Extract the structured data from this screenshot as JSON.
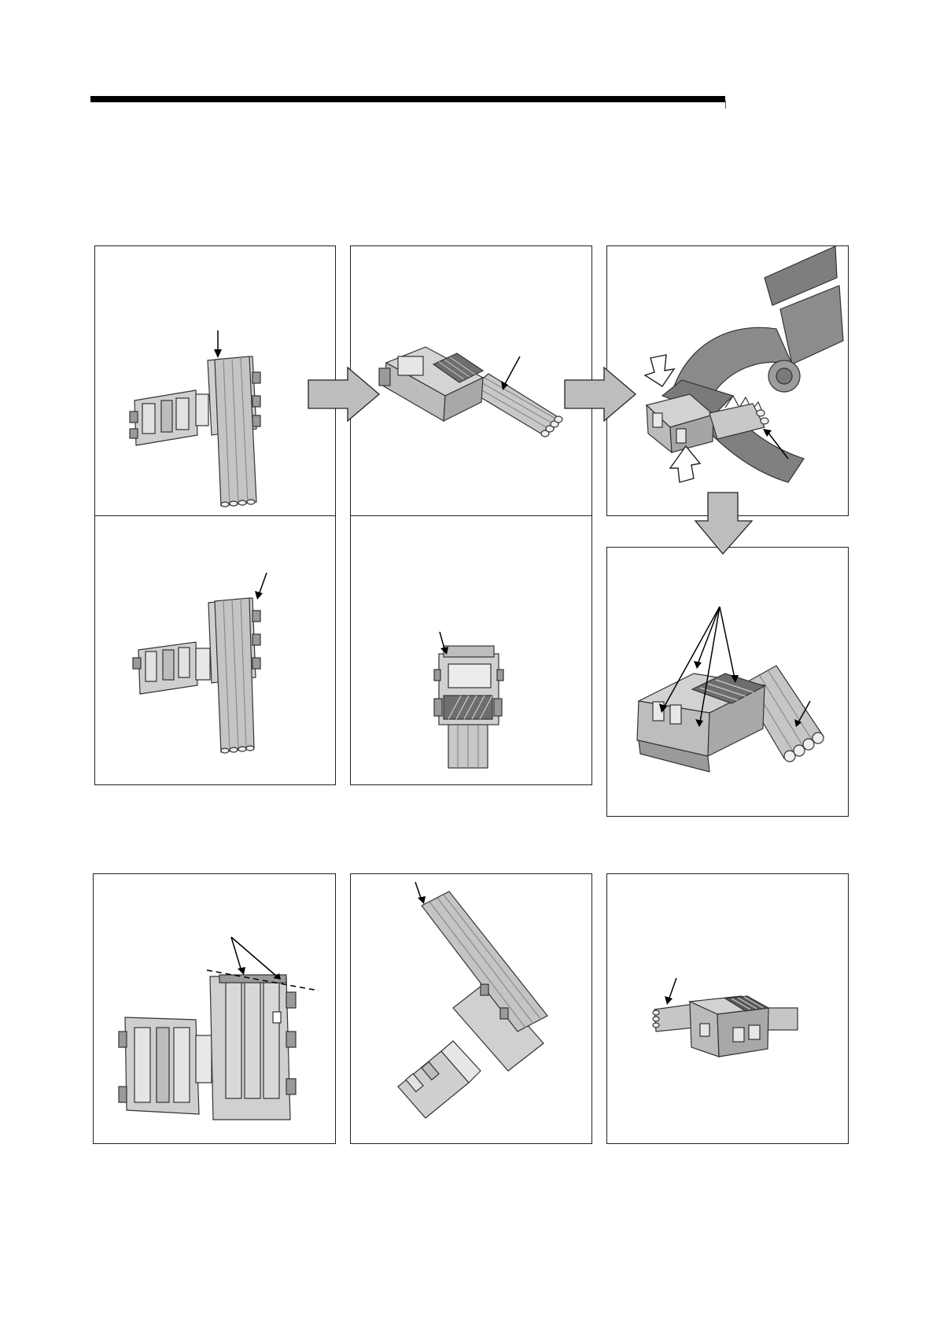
{
  "page": {
    "background": "#ffffff",
    "rule_color": "#000000"
  },
  "colors": {
    "part_fill": "#d6d6d6",
    "part_shade": "#9a9a9a",
    "part_dark": "#6e6e6e",
    "plier_fill": "#8a8a8a",
    "flow_arrow_fill": "#bdbdbd",
    "outline": "#333333"
  },
  "panels": [
    {
      "id": "step-1",
      "icon": "connector-open-with-cable-icon"
    },
    {
      "id": "step-2",
      "icon": "connector-closed-cable-icon"
    },
    {
      "id": "step-3",
      "icon": "pliers-crimping-connector-icon"
    },
    {
      "id": "step-4",
      "icon": "connector-cable-seated-icon"
    },
    {
      "id": "step-5",
      "icon": "connector-top-view-icon"
    },
    {
      "id": "step-6",
      "icon": "connector-crimped-result-icon"
    },
    {
      "id": "step-7",
      "icon": "connector-cable-cut-line-icon"
    },
    {
      "id": "step-8",
      "icon": "connector-cable-diagonal-icon"
    },
    {
      "id": "step-9",
      "icon": "connector-assembled-side-icon"
    }
  ],
  "flow": {
    "arrow_1_icon": "flow-arrow-right-icon",
    "arrow_2_icon": "flow-arrow-right-icon",
    "arrow_3_icon": "flow-arrow-down-icon"
  }
}
